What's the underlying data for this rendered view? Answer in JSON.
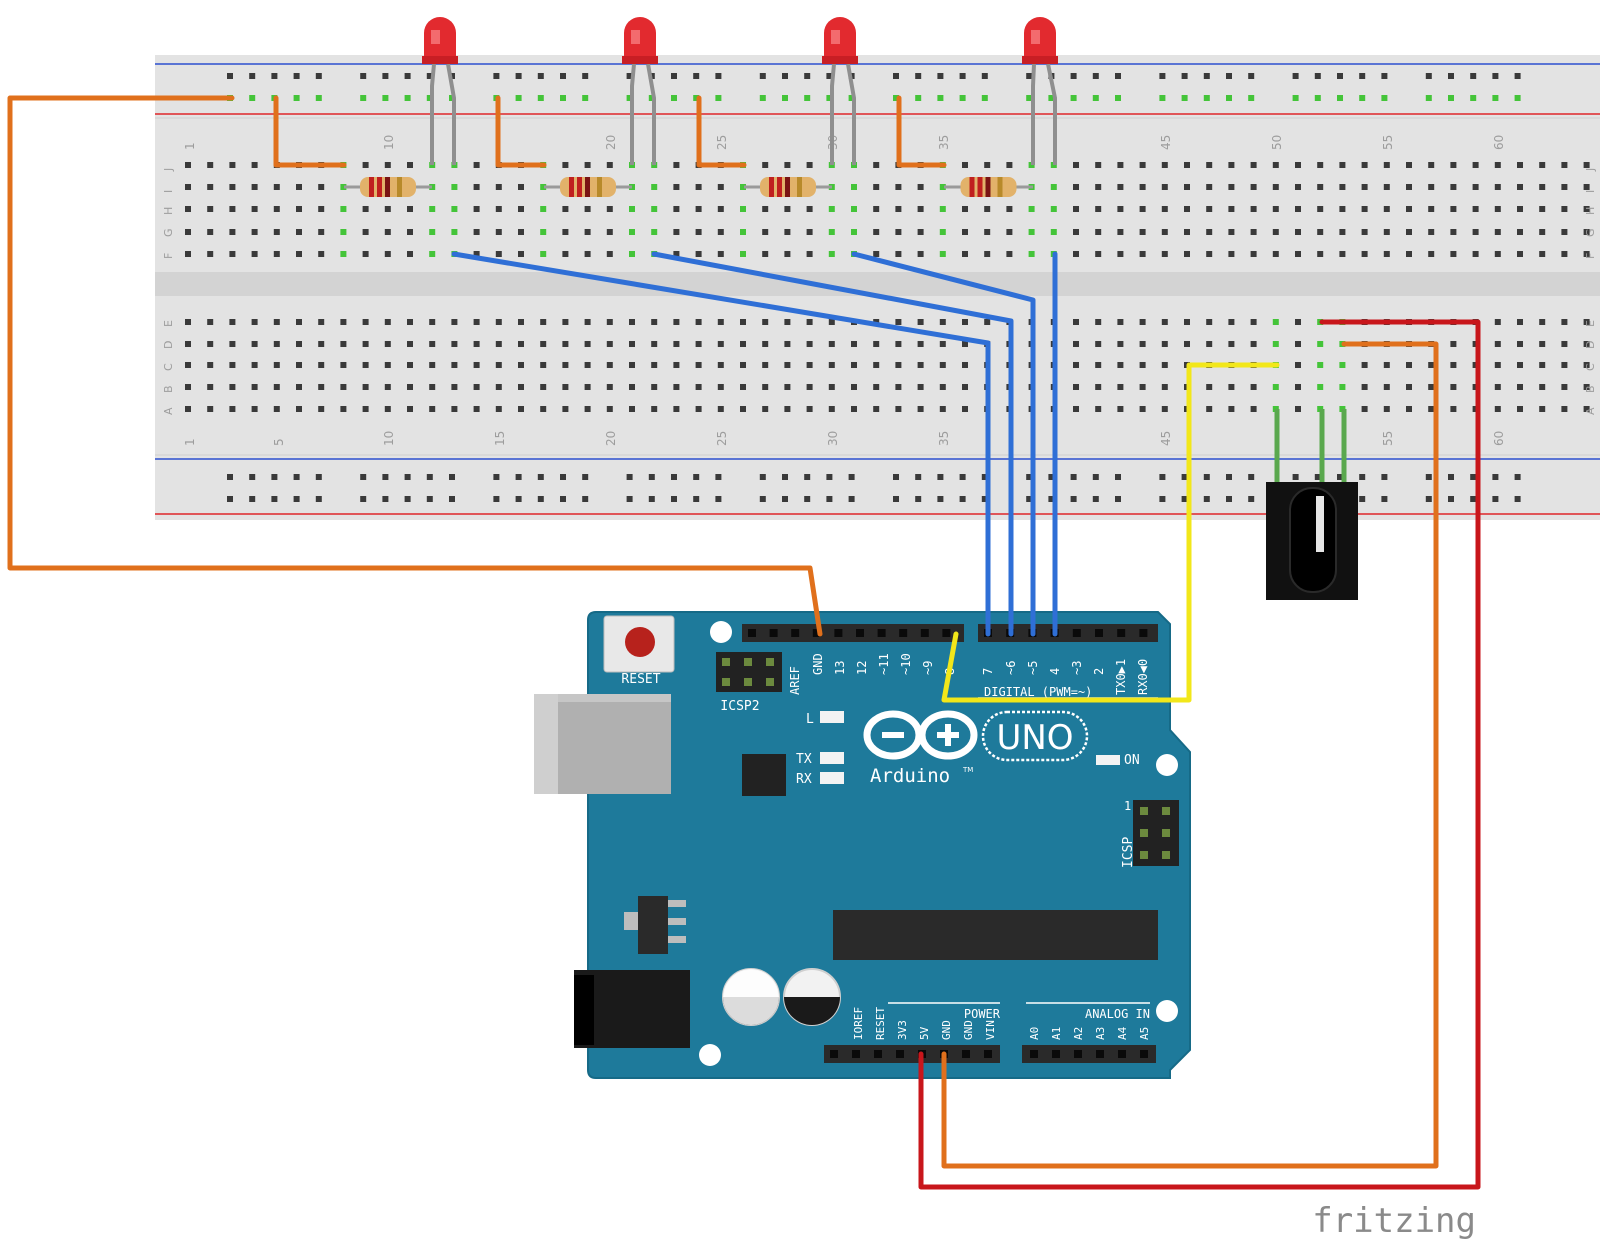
{
  "colors": {
    "breadboard": "#e3e3e3",
    "breadboard_channel": "#d0d0d0",
    "rail_red": "#e0262b",
    "rail_blue": "#2d4fd0",
    "hole": "#3a3a3a",
    "hole_active": "#44c439",
    "arduino": "#1e7a9b",
    "arduino_dark": "#16627d",
    "wire_orange": "#e0701c",
    "wire_blue": "#2f6fd6",
    "wire_yellow": "#f2e71a",
    "wire_red": "#c8161b",
    "led_red": "#e22a2f",
    "ir_body": "#111111",
    "leg_green": "#5aa84e",
    "text_grey": "#a0a0a0"
  },
  "breadboard": {
    "row_letters_top": [
      "J",
      "I",
      "H",
      "G",
      "F"
    ],
    "row_letters_bottom": [
      "E",
      "D",
      "C",
      "B",
      "A"
    ],
    "column_numbers_top": [
      "1",
      "10",
      "20",
      "25",
      "30",
      "35",
      "45",
      "50",
      "55",
      "60"
    ],
    "column_numbers_bottom": [
      "1",
      "5",
      "10",
      "15",
      "20",
      "25",
      "30",
      "35",
      "45",
      "55",
      "60"
    ]
  },
  "components": {
    "leds": [
      "led-1",
      "led-2",
      "led-3",
      "led-4"
    ],
    "resistors": [
      "resistor-1",
      "resistor-2",
      "resistor-3",
      "resistor-4"
    ],
    "ir_receiver": "ir-receiver"
  },
  "arduino": {
    "reset_label": "RESET",
    "icsp2_label": "ICSP2",
    "icsp_label": "ICSP",
    "icsp_pin1": "1",
    "logo_text": "Arduino",
    "tm": "TM",
    "uno_text": "UNO",
    "on_label": "ON",
    "l_label": "L",
    "tx_label": "TX",
    "rx_label": "RX",
    "digital_label": "DIGITAL (PWM=~)",
    "power_label": "POWER",
    "analog_label": "ANALOG IN",
    "top_pins": [
      "AREF",
      "GND",
      "13",
      "12",
      "~11",
      "~10",
      "~9",
      "8",
      "7",
      "~6",
      "~5",
      "4",
      "~3",
      "2",
      "TX0▶1",
      "RX0◀0"
    ],
    "power_pins": [
      "IOREF",
      "RESET",
      "3V3",
      "5V",
      "GND",
      "GND",
      "VIN"
    ],
    "analog_pins": [
      "A0",
      "A1",
      "A2",
      "A3",
      "A4",
      "A5"
    ]
  },
  "watermark": "fritzing"
}
